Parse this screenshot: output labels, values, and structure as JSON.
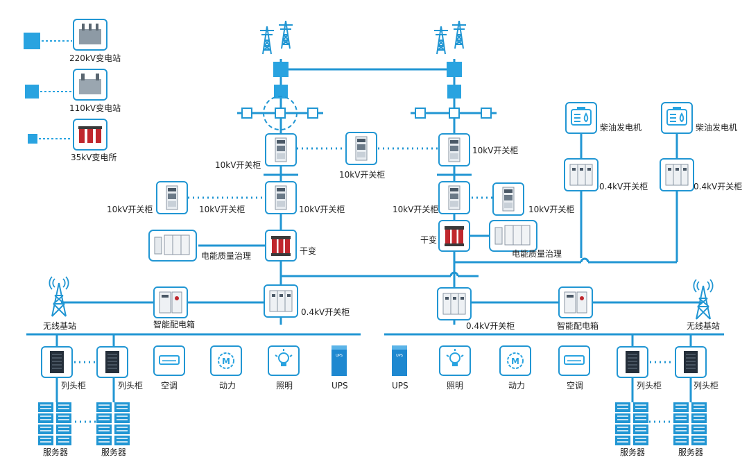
{
  "colors": {
    "line": "#2196d3",
    "fill": "#29a3e0",
    "red": "#c0272d",
    "dark": "#2a3a4a",
    "blue_cabinet": "#1e88d0"
  },
  "legend": [
    {
      "label": "220kV变电站",
      "icon": "transformer-icon"
    },
    {
      "label": "110kV变电站",
      "icon": "transformer-icon"
    },
    {
      "label": "35kV变电所",
      "icon": "dry-transformer-icon"
    }
  ],
  "labels": {
    "switchgear_10kv": "10kV开关柜",
    "switchgear_04kv": "0.4kV开关柜",
    "generator": "柴油发电机",
    "power_quality": "电能质量治理",
    "dry_transformer": "干变",
    "smart_box": "智能配电箱",
    "wireless_station": "无线基站",
    "head_cabinet": "列头柜",
    "server": "服务器",
    "air_conditioner": "空调",
    "power": "动力",
    "lighting": "照明",
    "ups": "UPS"
  }
}
